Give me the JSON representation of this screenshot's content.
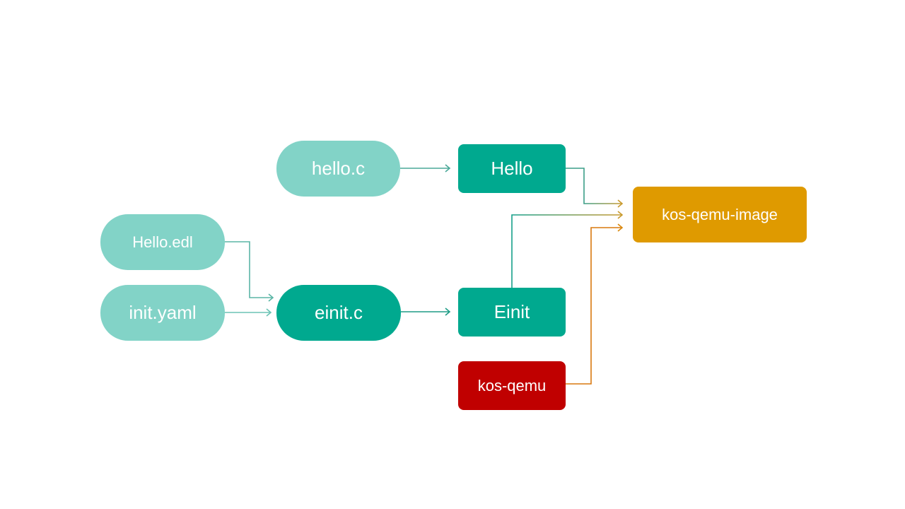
{
  "diagram": {
    "nodes": {
      "hello_c": "hello.c",
      "hello_edl": "Hello.edl",
      "init_yaml": "init.yaml",
      "einit_c": "einit.c",
      "hello": "Hello",
      "einit": "Einit",
      "kos_qemu": "kos-qemu",
      "kos_qemu_image": "kos-qemu-image"
    },
    "edges": [
      {
        "from": "hello.c",
        "to": "Hello"
      },
      {
        "from": "Hello.edl",
        "to": "einit.c"
      },
      {
        "from": "init.yaml",
        "to": "einit.c"
      },
      {
        "from": "einit.c",
        "to": "Einit"
      },
      {
        "from": "Hello",
        "to": "kos-qemu-image"
      },
      {
        "from": "Einit",
        "to": "kos-qemu-image"
      },
      {
        "from": "kos-qemu",
        "to": "kos-qemu-image"
      }
    ],
    "colors": {
      "source_node": "#82d3c7",
      "build_node": "#00a98f",
      "tool_node": "#c00000",
      "image_node": "#df9a00",
      "edge_teal": "#2e9a87",
      "edge_light": "#6cc4b5",
      "edge_orange": "#d9780f"
    }
  }
}
